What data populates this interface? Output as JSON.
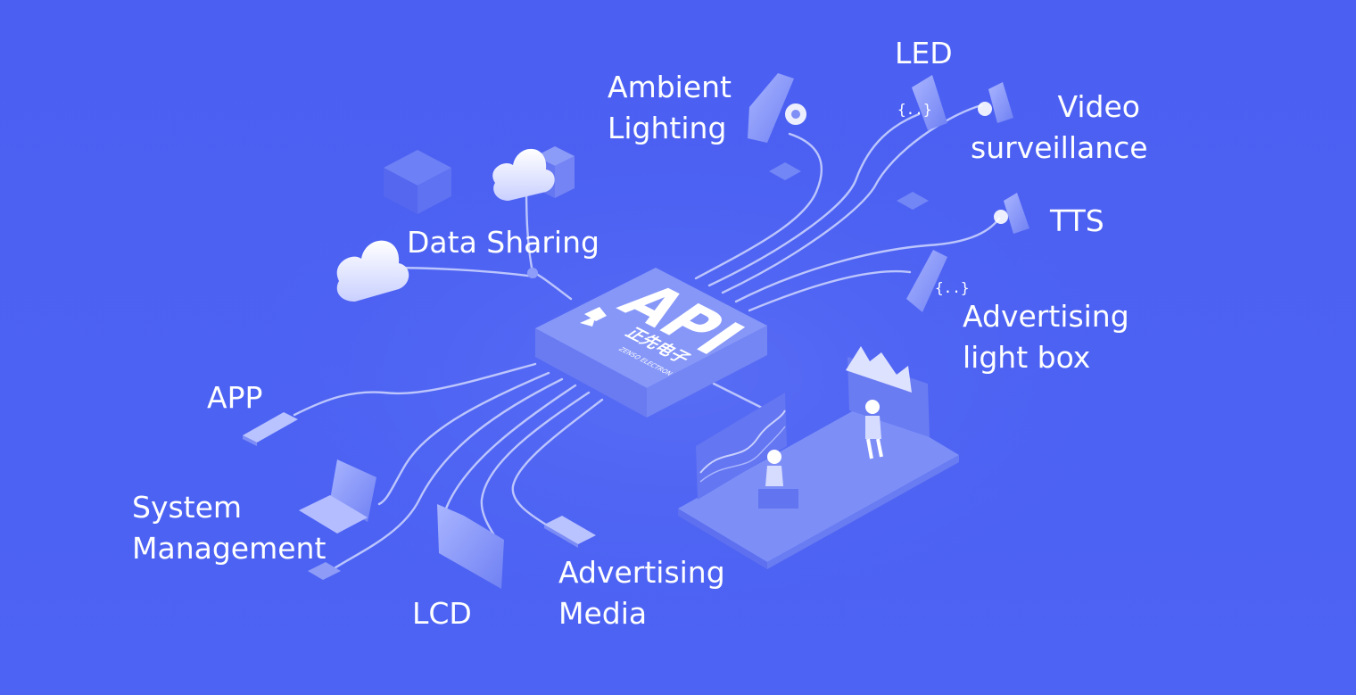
{
  "hub": {
    "title": "API",
    "brand": "正先电子",
    "brand_sub": "ZENSO ELECTRON"
  },
  "labels": {
    "ambient_lighting": [
      "Ambient",
      "Lighting"
    ],
    "led": [
      "LED"
    ],
    "video_surveillance": [
      "Video",
      "surveillance"
    ],
    "tts": [
      "TTS"
    ],
    "data_sharing": [
      "Data Sharing"
    ],
    "advertising_light_box": [
      "Advertising",
      "light box"
    ],
    "app": [
      "APP"
    ],
    "system_management": [
      "System",
      "Management"
    ],
    "lcd": [
      "LCD"
    ],
    "advertising_media": [
      "Advertising",
      "Media"
    ]
  },
  "colors": {
    "background": "#4a5ff0",
    "line": "#c8d0ff",
    "device_light": "#b9c3ff",
    "device_dark": "#7c8cf6",
    "platform": "#7d8ff7"
  }
}
